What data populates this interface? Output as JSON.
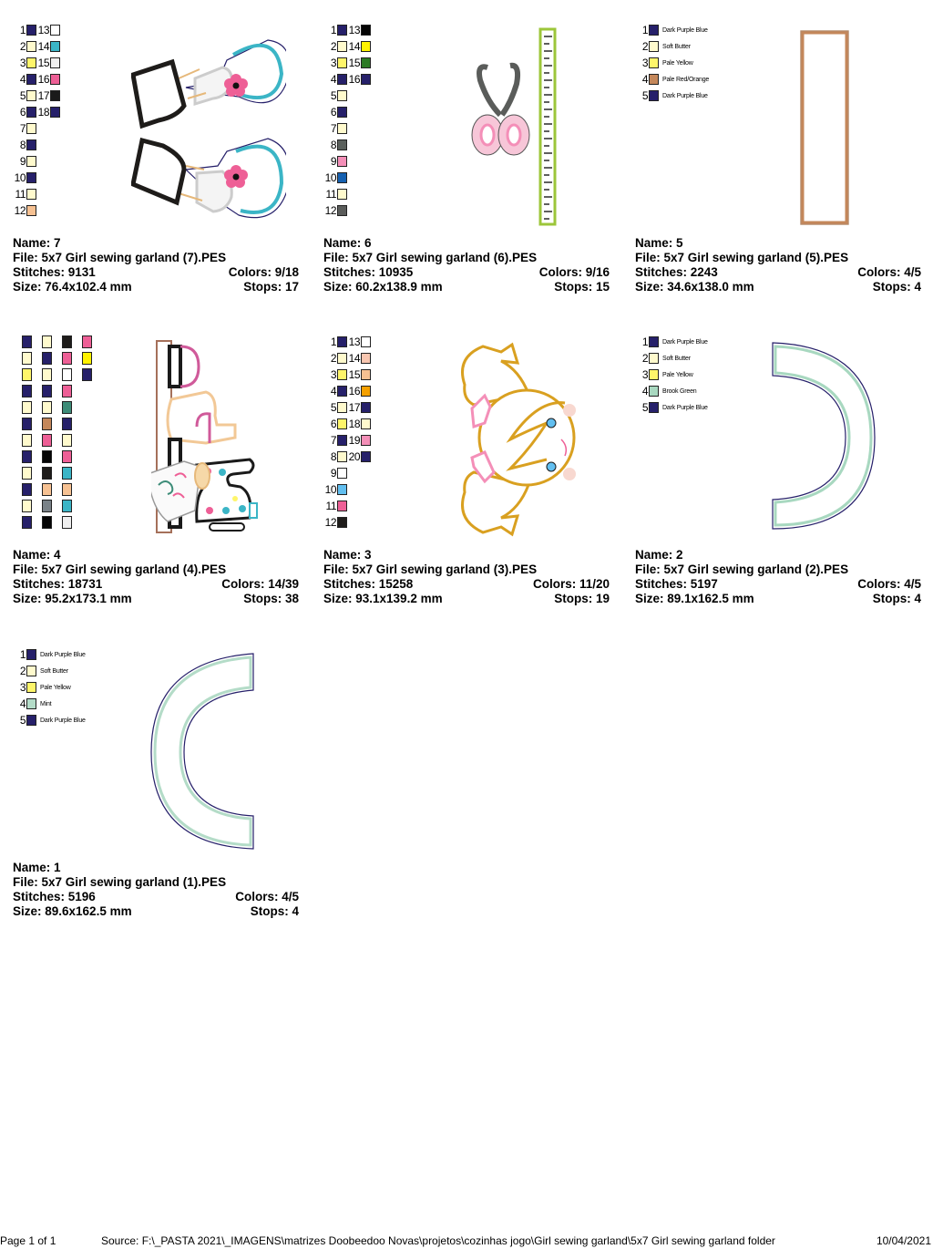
{
  "designs": [
    {
      "id": "7",
      "name_label": "Name: 7",
      "file_label": "File: 5x7 Girl sewing garland (7).PES",
      "stitches_label": "Stitches: 9131",
      "colors_label": "Colors: 9/18",
      "size_label": "Size: 76.4x102.4 mm",
      "stops_label": "Stops: 17",
      "palette": [
        {
          "n": "1",
          "color": "#26206a"
        },
        {
          "n": "2",
          "color": "#fffacd"
        },
        {
          "n": "3",
          "color": "#fef56a"
        },
        {
          "n": "4",
          "color": "#26206a"
        },
        {
          "n": "5",
          "color": "#fffacd"
        },
        {
          "n": "6",
          "color": "#26206a"
        },
        {
          "n": "7",
          "color": "#fffacd"
        },
        {
          "n": "8",
          "color": "#26206a"
        },
        {
          "n": "9",
          "color": "#fffacd"
        },
        {
          "n": "10",
          "color": "#26206a"
        },
        {
          "n": "11",
          "color": "#fffacd"
        },
        {
          "n": "12",
          "color": "#f6c192"
        },
        {
          "n": "13",
          "color": "#ffffff"
        },
        {
          "n": "14",
          "color": "#3bb5c6"
        },
        {
          "n": "15",
          "color": "#efefef"
        },
        {
          "n": "16",
          "color": "#ee5f96"
        },
        {
          "n": "17",
          "color": "#1a1a1a"
        },
        {
          "n": "18",
          "color": "#26206a"
        }
      ]
    },
    {
      "id": "6",
      "name_label": "Name: 6",
      "file_label": "File: 5x7 Girl sewing garland (6).PES",
      "stitches_label": "Stitches: 10935",
      "colors_label": "Colors: 9/16",
      "size_label": "Size: 60.2x138.9 mm",
      "stops_label": "Stops: 15",
      "palette": [
        {
          "n": "1",
          "color": "#26206a"
        },
        {
          "n": "2",
          "color": "#fffacd"
        },
        {
          "n": "3",
          "color": "#fef56a"
        },
        {
          "n": "4",
          "color": "#26206a"
        },
        {
          "n": "5",
          "color": "#fffacd"
        },
        {
          "n": "6",
          "color": "#26206a"
        },
        {
          "n": "7",
          "color": "#fffacd"
        },
        {
          "n": "8",
          "color": "#5a605c"
        },
        {
          "n": "9",
          "color": "#f48fb8"
        },
        {
          "n": "10",
          "color": "#1560b0"
        },
        {
          "n": "11",
          "color": "#fffacd"
        },
        {
          "n": "12",
          "color": "#5a5c5a"
        },
        {
          "n": "13",
          "color": "#050505"
        },
        {
          "n": "14",
          "color": "#fff200"
        },
        {
          "n": "15",
          "color": "#2c7a24"
        },
        {
          "n": "16",
          "color": "#26206a"
        }
      ]
    },
    {
      "id": "5",
      "name_label": "Name: 5",
      "file_label": "File: 5x7 Girl sewing garland (5).PES",
      "stitches_label": "Stitches: 2243",
      "colors_label": "Colors: 4/5",
      "size_label": "Size: 34.6x138.0 mm",
      "stops_label": "Stops: 4",
      "palette": [
        {
          "n": "1",
          "color": "#26206a",
          "label": "Dark Purple Blue"
        },
        {
          "n": "2",
          "color": "#fffacd",
          "label": "Soft Butter"
        },
        {
          "n": "3",
          "color": "#fef56a",
          "label": "Pale Yellow"
        },
        {
          "n": "4",
          "color": "#c4875a",
          "label": "Pale Red/Orange"
        },
        {
          "n": "5",
          "color": "#26206a",
          "label": "Dark Purple Blue"
        }
      ]
    },
    {
      "id": "4",
      "name_label": "Name: 4",
      "file_label": "File: 5x7 Girl sewing garland (4).PES",
      "stitches_label": "Stitches: 18731",
      "colors_label": "Colors: 14/39",
      "size_label": "Size: 95.2x173.1 mm",
      "stops_label": "Stops: 38",
      "palette_grid": [
        [
          "#26206a",
          "#fffacd",
          "#fef56a",
          "#26206a",
          "#fffacd",
          "#26206a",
          "#fffacd",
          "#26206a",
          "#fffacd",
          "#26206a",
          "#fffacd",
          "#26206a"
        ],
        [
          "#fffacd",
          "#26206a",
          "#fffacd",
          "#26206a",
          "#fffacd",
          "#c4875a",
          "#ee5f96",
          "#050505",
          "#1e1c1a",
          "#f6c192",
          "#7a8288",
          "#050505"
        ],
        [
          "#1e1c1a",
          "#ee5f96",
          "#ffffff",
          "#ee5f96",
          "#3d8c78",
          "#26206a",
          "#fffacd",
          "#ee5f96",
          "#3bb5c6",
          "#f6c192",
          "#3bb5c6",
          "#efefef"
        ],
        [
          "#ee5f96",
          "#fff200",
          "#26206a"
        ]
      ]
    },
    {
      "id": "3",
      "name_label": "Name: 3",
      "file_label": "File: 5x7 Girl sewing garland (3).PES",
      "stitches_label": "Stitches: 15258",
      "colors_label": "Colors: 11/20",
      "size_label": "Size: 93.1x139.2 mm",
      "stops_label": "Stops: 19",
      "palette": [
        {
          "n": "1",
          "color": "#26206a"
        },
        {
          "n": "2",
          "color": "#fffacd"
        },
        {
          "n": "3",
          "color": "#fef56a"
        },
        {
          "n": "4",
          "color": "#26206a"
        },
        {
          "n": "5",
          "color": "#fffacd"
        },
        {
          "n": "6",
          "color": "#fef56a"
        },
        {
          "n": "7",
          "color": "#26206a"
        },
        {
          "n": "8",
          "color": "#fffacd"
        },
        {
          "n": "9",
          "color": "#ffffff"
        },
        {
          "n": "10",
          "color": "#62bff0"
        },
        {
          "n": "11",
          "color": "#ee5f96"
        },
        {
          "n": "12",
          "color": "#1e1c1a"
        },
        {
          "n": "13",
          "color": "#ffffff"
        },
        {
          "n": "14",
          "color": "#f8c6b0"
        },
        {
          "n": "15",
          "color": "#f6c192"
        },
        {
          "n": "16",
          "color": "#f5a000"
        },
        {
          "n": "17",
          "color": "#26206a"
        },
        {
          "n": "18",
          "color": "#fffacd"
        },
        {
          "n": "19",
          "color": "#f48fb8"
        },
        {
          "n": "20",
          "color": "#26206a"
        }
      ]
    },
    {
      "id": "2",
      "name_label": "Name: 2",
      "file_label": "File: 5x7 Girl sewing garland (2).PES",
      "stitches_label": "Stitches: 5197",
      "colors_label": "Colors: 4/5",
      "size_label": "Size: 89.1x162.5 mm",
      "stops_label": "Stops: 4",
      "palette": [
        {
          "n": "1",
          "color": "#26206a",
          "label": "Dark Purple Blue"
        },
        {
          "n": "2",
          "color": "#fffacd",
          "label": "Soft Butter"
        },
        {
          "n": "3",
          "color": "#fef56a",
          "label": "Pale Yellow"
        },
        {
          "n": "4",
          "color": "#a8d8c0",
          "label": "Brook Green"
        },
        {
          "n": "5",
          "color": "#26206a",
          "label": "Dark Purple Blue"
        }
      ]
    },
    {
      "id": "1",
      "name_label": "Name: 1",
      "file_label": "File: 5x7 Girl sewing garland (1).PES",
      "stitches_label": "Stitches: 5196",
      "colors_label": "Colors: 4/5",
      "size_label": "Size: 89.6x162.5 mm",
      "stops_label": "Stops: 4",
      "palette": [
        {
          "n": "1",
          "color": "#26206a",
          "label": "Dark Purple Blue"
        },
        {
          "n": "2",
          "color": "#fffacd",
          "label": "Soft Butter"
        },
        {
          "n": "3",
          "color": "#fef56a",
          "label": "Pale Yellow"
        },
        {
          "n": "4",
          "color": "#b4dcc8",
          "label": "Mint"
        },
        {
          "n": "5",
          "color": "#26206a",
          "label": "Dark Purple Blue"
        }
      ]
    }
  ],
  "footer": {
    "page": "Page 1 of 1",
    "source": "Source: F:\\_PASTA 2021\\_IMAGENS\\matrizes Doobeedoo Novas\\projetos\\cozinhas jogo\\Girl sewing garland\\5x7 Girl sewing garland folder",
    "date": "10/04/2021"
  }
}
